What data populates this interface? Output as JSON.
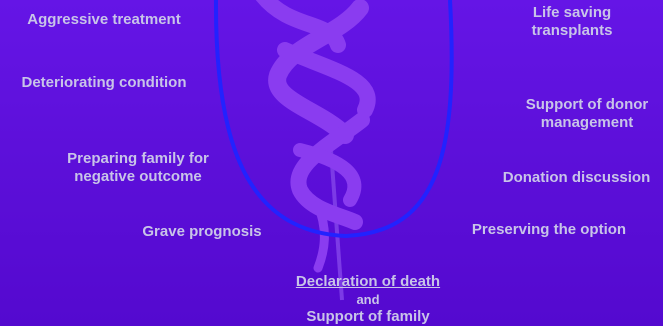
{
  "left_column": [
    "Aggressive treatment",
    "Deteriorating condition",
    "Preparing family for negative outcome",
    "Grave prognosis"
  ],
  "right_column": [
    "Life saving transplants",
    "Support of donor management",
    "Donation discussion",
    "Preserving the option"
  ],
  "bottom": {
    "line1": "Declaration of death",
    "line2": "and",
    "line3": "Support of family"
  },
  "colors": {
    "background": "#5d10da",
    "shield_outline": "#2222ff",
    "serpent": "#8a3cf0",
    "text": "#c8c4e8"
  }
}
